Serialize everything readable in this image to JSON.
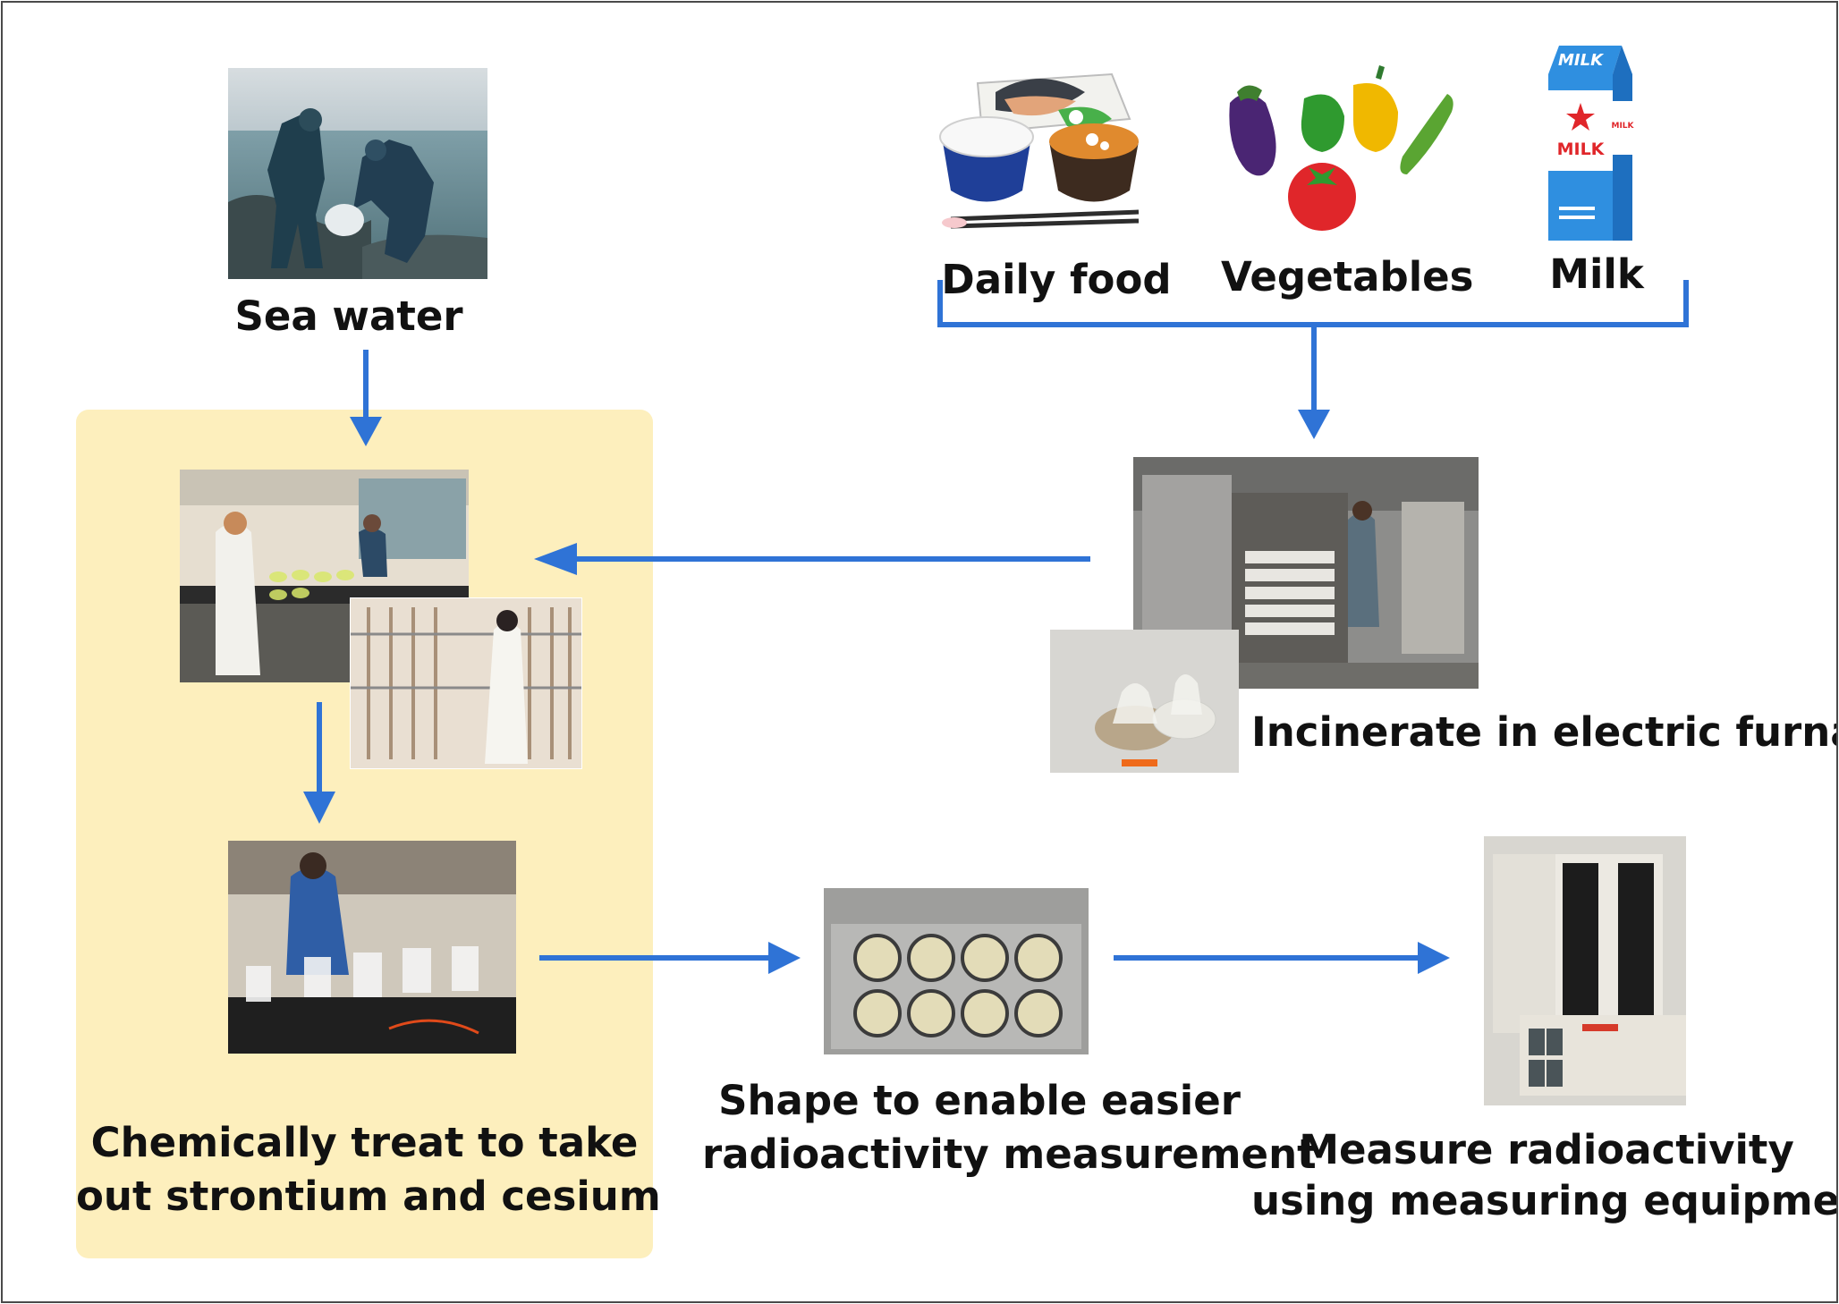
{
  "labels": {
    "sea_water": "Sea water",
    "daily_food": "Daily food",
    "vegetables": "Vegetables",
    "milk": "Milk",
    "incinerate": "Incinerate in electric furnace",
    "chem_line1": "Chemically treat to take",
    "chem_line2": "out strontium and cesium",
    "shape_line1": "Shape to enable easier",
    "shape_line2": "radioactivity measurement",
    "measure_line1": "Measure radioactivity",
    "measure_line2": "using measuring equipment"
  },
  "milk_carton": {
    "brand_top": "MILK",
    "brand_front": "MILK",
    "brand_side": "MILK"
  },
  "colors": {
    "arrow": "#2f73d6",
    "highlight_panel": "#fdefbd",
    "milk_blue": "#2f8fe0",
    "milk_red": "#e0262a"
  }
}
